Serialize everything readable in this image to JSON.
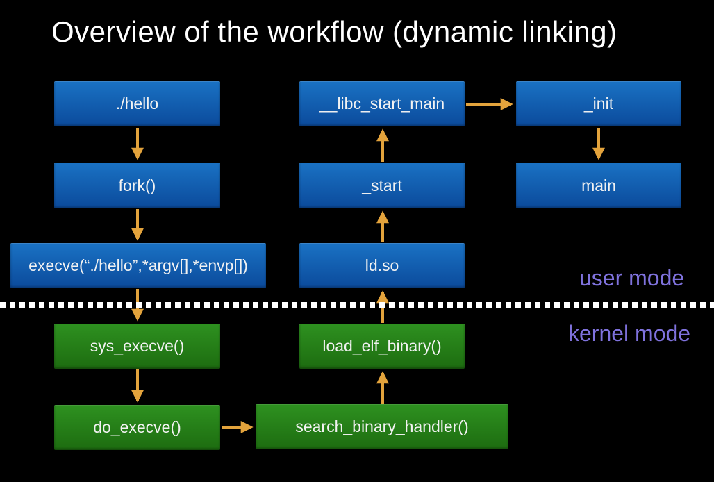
{
  "title": "Overview of the workflow (dynamic linking)",
  "colors": {
    "background": "#000000",
    "title_text": "#ffffff",
    "node_text": "#f2f2f2",
    "box_blue_top": "#1a72c4",
    "box_blue_bottom": "#0b4a9b",
    "box_green_top": "#2e9120",
    "box_green_bottom": "#1d6c10",
    "arrow": "#e3a33c",
    "divider": "#ffffff",
    "mode_label": "#7f72dd"
  },
  "nodes": {
    "hello": {
      "label": "./hello"
    },
    "fork": {
      "label": "fork()"
    },
    "execve": {
      "label": "execve(“./hello”,*argv[],*envp[])"
    },
    "libc_start_main": {
      "label": "__libc_start_main"
    },
    "start": {
      "label": "_start"
    },
    "ldso": {
      "label": "ld.so"
    },
    "init": {
      "label": "_init"
    },
    "main": {
      "label": "main"
    },
    "sys_execve": {
      "label": "sys_execve()"
    },
    "do_execve": {
      "label": "do_execve()"
    },
    "load_elf_binary": {
      "label": "load_elf_binary()"
    },
    "search_binary_handler": {
      "label": "search_binary_handler()"
    }
  },
  "labels": {
    "user_mode": "user mode",
    "kernel_mode": "kernel mode"
  }
}
